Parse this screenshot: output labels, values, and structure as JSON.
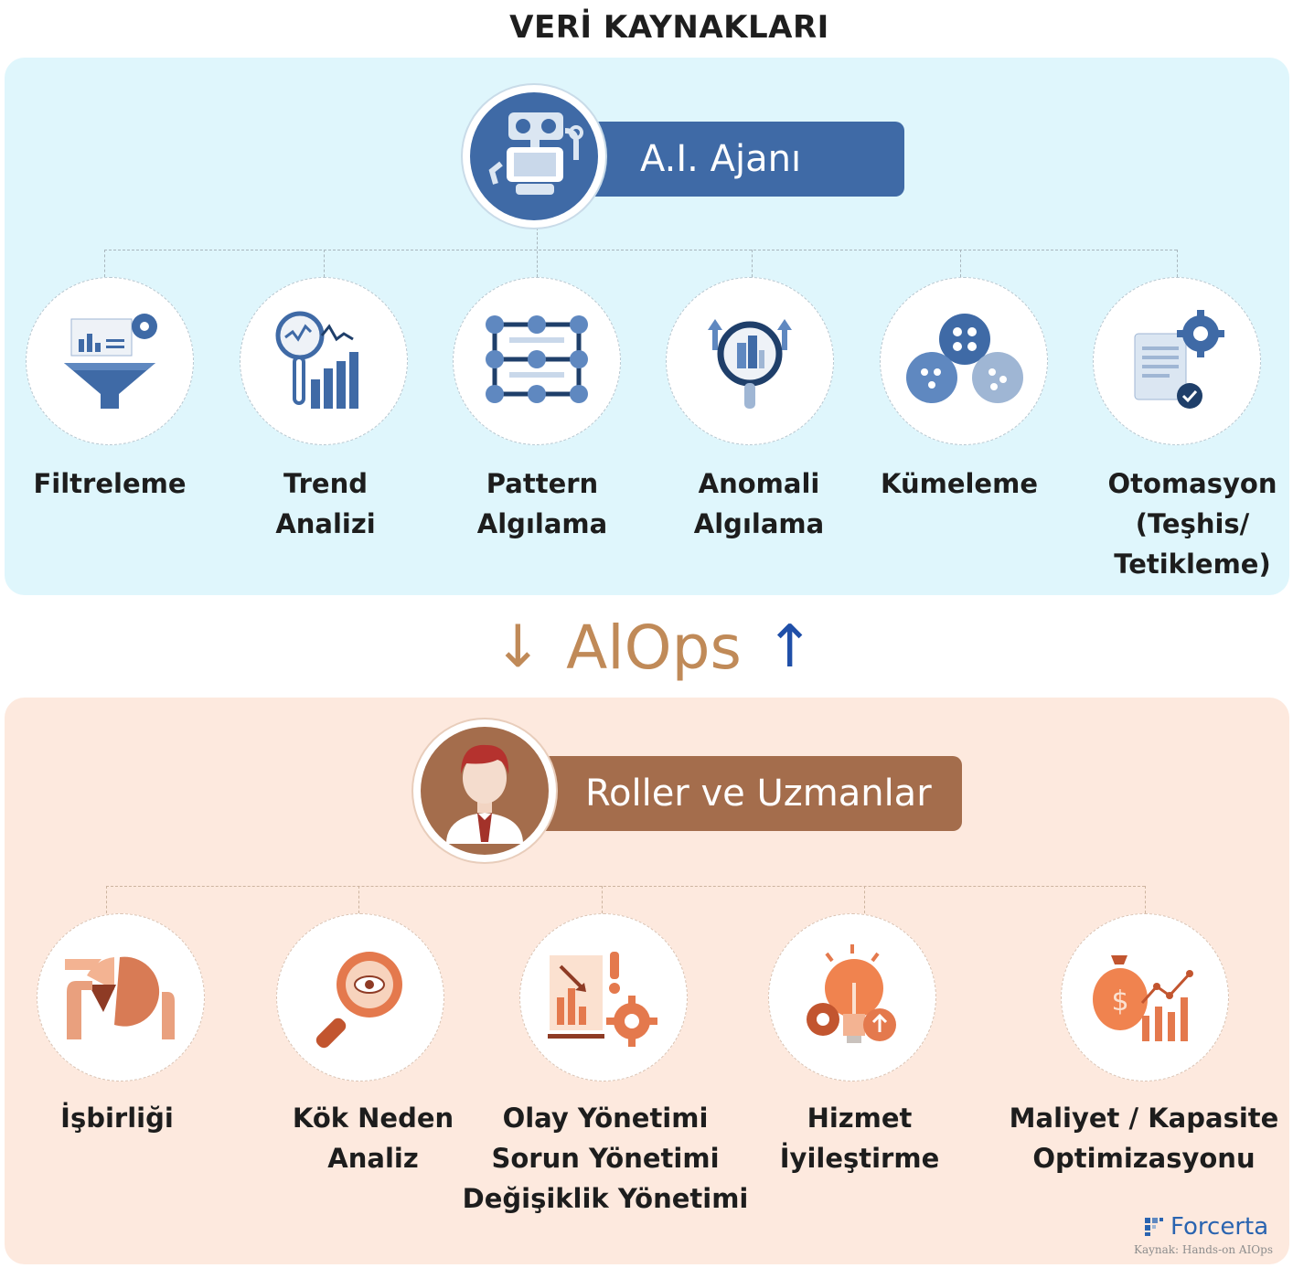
{
  "title": "VERİ KAYNAKLARI",
  "ai_section": {
    "banner": "A.I. Ajanı",
    "items": [
      {
        "line1": "Filtreleme",
        "line2": "",
        "line3": "",
        "icon": "funnel-icon"
      },
      {
        "line1": "Trend",
        "line2": "Analizi",
        "line3": "",
        "icon": "trend-magnifier-icon"
      },
      {
        "line1": "Pattern",
        "line2": "Algılama",
        "line3": "",
        "icon": "pattern-grid-icon"
      },
      {
        "line1": "Anomali",
        "line2": "Algılama",
        "line3": "",
        "icon": "anomaly-magnifier-icon"
      },
      {
        "line1": "Kümeleme",
        "line2": "",
        "line3": "",
        "icon": "cluster-icon"
      },
      {
        "line1": "Otomasyon",
        "line2": "(Teşhis/",
        "line3": "Tetikleme)",
        "icon": "automation-gear-icon"
      }
    ]
  },
  "middle": {
    "text": "AlOps",
    "down_arrow": "↓",
    "up_arrow": "↑"
  },
  "roles_section": {
    "banner": "Roller ve Uzmanlar",
    "items": [
      {
        "line1": "İşbirliği",
        "line2": "",
        "line3": "",
        "icon": "collaboration-hands-icon"
      },
      {
        "line1": "Kök Neden",
        "line2": "Analiz",
        "line3": "",
        "icon": "root-cause-magnifier-icon"
      },
      {
        "line1": "Olay Yönetimi",
        "line2": "Sorun Yönetimi",
        "line3": "Değişiklik Yönetimi",
        "icon": "incident-chart-gear-icon"
      },
      {
        "line1": "Hizmet",
        "line2": "İyileştirme",
        "line3": "",
        "icon": "lightbulb-improve-icon"
      },
      {
        "line1": "Maliyet / Kapasite",
        "line2": "Optimizasyonu",
        "line3": "",
        "icon": "money-bag-chart-icon"
      }
    ]
  },
  "footer": {
    "brand": "Forcerta",
    "source": "Kaynak: Hands-on AIOps"
  },
  "colors": {
    "blue": "#3f6aa6",
    "brown": "#a46d4c",
    "orange": "#e4794d",
    "light_blue": "#dff6fc",
    "light_peach": "#fde9de"
  }
}
